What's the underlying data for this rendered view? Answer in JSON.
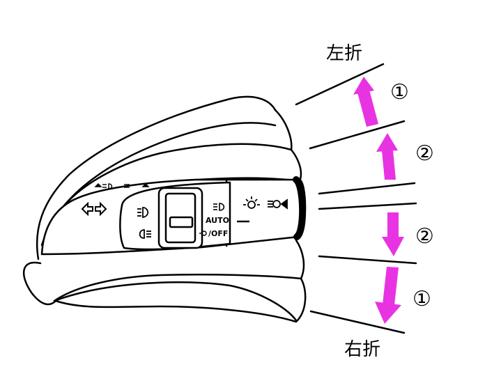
{
  "labels": {
    "left_turn": "左折",
    "right_turn": "右折",
    "step_one": "①",
    "step_two": "②"
  },
  "switch_markings": {
    "auto": "AUTO",
    "off": "/OFF"
  },
  "colors": {
    "arrow": "#e833e3",
    "line": "#000000",
    "background": "#ffffff"
  },
  "icons": [
    "turn-signal-arrows-icon",
    "front-fog-light-icon",
    "rear-fog-light-icon",
    "headlight-icon",
    "parking-light-icon",
    "headlight-auto-icon"
  ]
}
